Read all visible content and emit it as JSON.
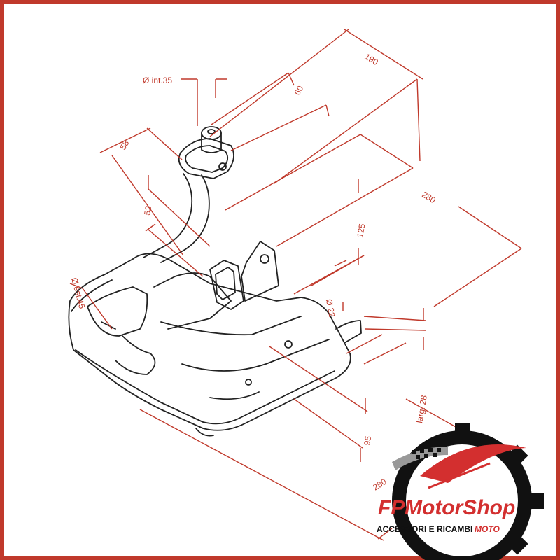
{
  "colors": {
    "dimension": "#c0392b",
    "outline": "#222222",
    "border": "#c0392b",
    "logo_red": "#d32f2f",
    "logo_black": "#111111"
  },
  "dimensions": {
    "d190": "190",
    "d60": "60",
    "d_int35": "Ø int.35",
    "d58": "58",
    "d280_top": "280",
    "d53": "53",
    "d125": "125",
    "d_est45": "Ø est.45",
    "d22": "Ø 22",
    "d_larg28": "larg. 28",
    "d95": "95",
    "d280_bottom": "280"
  },
  "logo": {
    "brand_fp": "FP",
    "brand_rest": "MotorShop",
    "tagline_main": "ACCESSORI E RICAMBI",
    "tagline_accent": "MOTO"
  }
}
